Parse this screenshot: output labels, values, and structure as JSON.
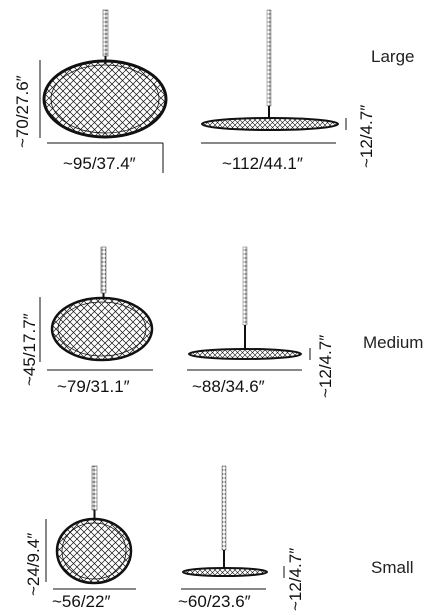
{
  "sizes": [
    {
      "name": "Large",
      "pendant_height": "~70/27.6″",
      "pendant_width": "~95/37.4″",
      "disc_width": "~112/44.1″",
      "disc_height": "~12/4.7″"
    },
    {
      "name": "Medium",
      "pendant_height": "~45/17.7″",
      "pendant_width": "~79/31.1″",
      "disc_width": "~88/34.6″",
      "disc_height": "~12/4.7″"
    },
    {
      "name": "Small",
      "pendant_height": "~24/9.4″",
      "pendant_width": "~56/22″",
      "disc_width": "~60/23.6″",
      "disc_height": "~12/4.7″"
    }
  ]
}
